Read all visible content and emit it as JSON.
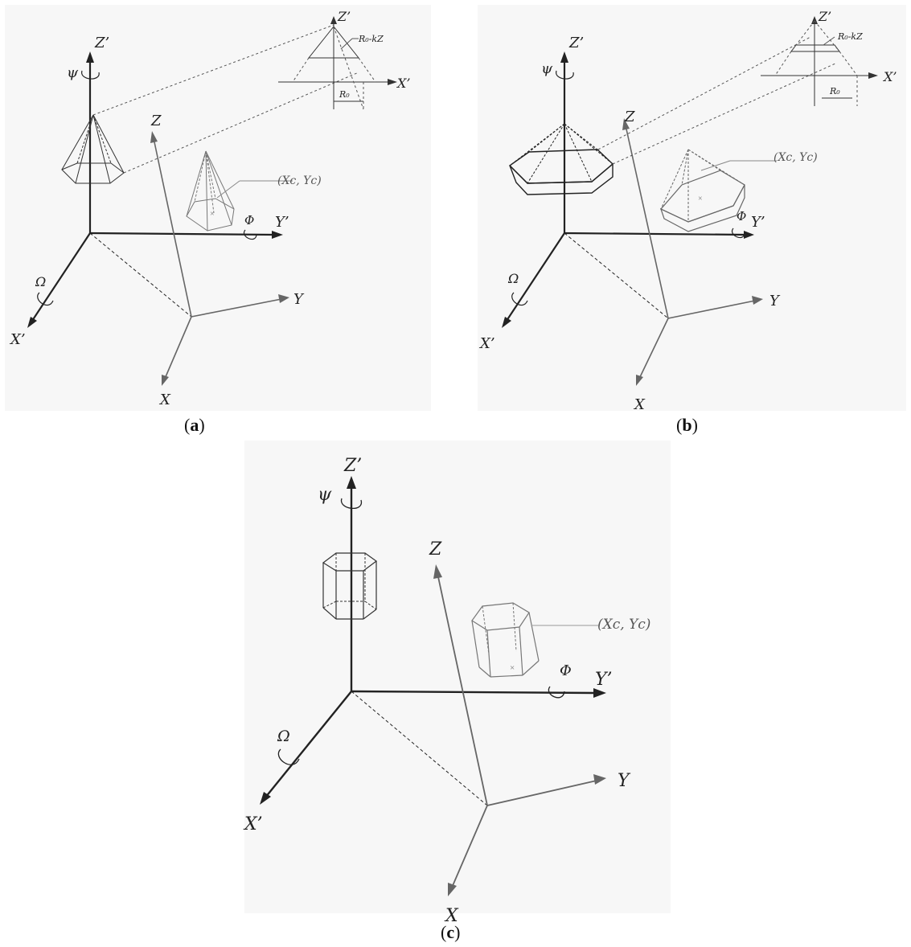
{
  "panels": [
    {
      "id": "a",
      "caption_letter": "a",
      "shape": "pyramid",
      "labels": {
        "z_prime": "Z’",
        "x_prime": "X’",
        "y_prime": "Y’",
        "z": "Z",
        "x": "X",
        "y": "Y",
        "psi": "ψ",
        "omega": "Ω",
        "phi": "Φ",
        "centroid": "(Xc, Yc)",
        "inset_z": "Z’",
        "inset_x": "X’",
        "inset_radius_label": "R₀-kZ",
        "inset_r0": "R₀"
      }
    },
    {
      "id": "b",
      "caption_letter": "b",
      "shape": "frustum",
      "labels": {
        "z_prime": "Z’",
        "x_prime": "X’",
        "y_prime": "Y’",
        "z": "Z",
        "x": "X",
        "y": "Y",
        "psi": "ψ",
        "omega": "Ω",
        "phi": "Φ",
        "centroid": "(Xc, Yc)",
        "inset_z": "Z’",
        "inset_x": "X’",
        "inset_radius_label": "R₀-kZ",
        "inset_r0": "R₀"
      }
    },
    {
      "id": "c",
      "caption_letter": "c",
      "shape": "prism",
      "labels": {
        "z_prime": "Z’",
        "x_prime": "X’",
        "y_prime": "Y’",
        "z": "Z",
        "x": "X",
        "y": "Y",
        "psi": "ψ",
        "omega": "Ω",
        "phi": "Φ",
        "centroid": "(Xc, Yc)"
      }
    }
  ]
}
